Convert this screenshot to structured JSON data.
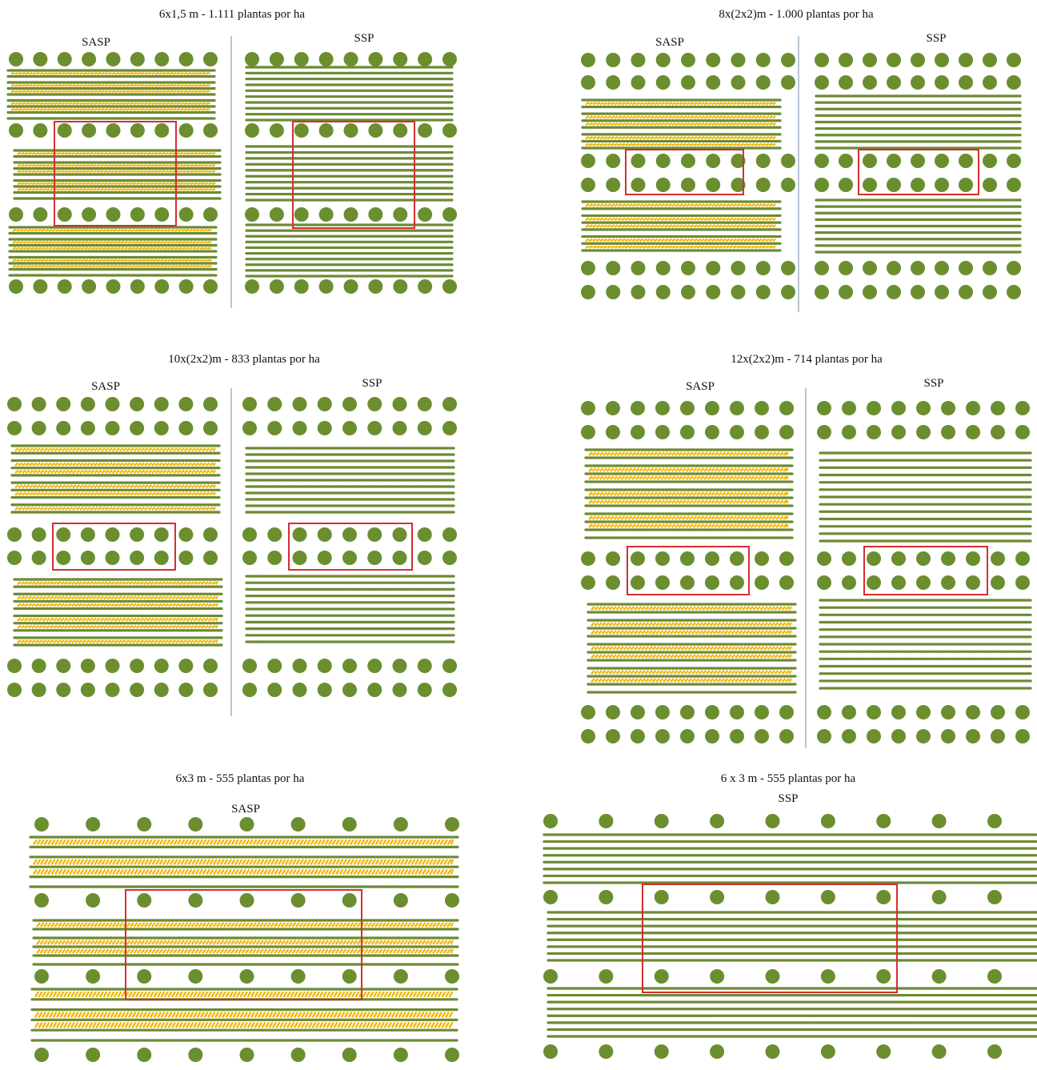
{
  "colors": {
    "tree": "#6b8e2f",
    "tree_dark": "#5d7f28",
    "crop": "#f2b705",
    "crop_line": "#a9a226",
    "pasture": "#6d8a33",
    "divider": "#b6c6d6",
    "highlight": "#d32f2f"
  },
  "legend": {
    "tree_icon": "tree-dot",
    "pasture_icon": "grass-line",
    "crop_icon": "maize-hatch",
    "sample_area_icon": "red-rectangle"
  },
  "panels": [
    {
      "id": "p1",
      "title": "6x1,5 m - 1.111 plantas por ha",
      "left_label": "SASP",
      "right_label": "SSP",
      "layout": "single",
      "block_lines": 7
    },
    {
      "id": "p2",
      "title": "8x(2x2)m - 1.000 plantas por ha",
      "left_label": "SASP",
      "right_label": "SSP",
      "layout": "double",
      "block_lines": 7
    },
    {
      "id": "p3",
      "title": "10x(2x2)m - 833 plantas por ha",
      "left_label": "SASP",
      "right_label": "SSP",
      "layout": "double",
      "block_lines": 9
    },
    {
      "id": "p4",
      "title": "12x(2x2)m - 714 plantas por ha",
      "left_label": "SASP",
      "right_label": "SSP",
      "layout": "double",
      "block_lines": 11
    },
    {
      "id": "p5",
      "title": "6x3 m  - 555 plantas por ha",
      "label": "SASP",
      "layout": "wide-sasp"
    },
    {
      "id": "p6",
      "title": "6 x 3 m  - 555 plantas por ha",
      "label": "SSP",
      "layout": "wide-ssp"
    }
  ]
}
